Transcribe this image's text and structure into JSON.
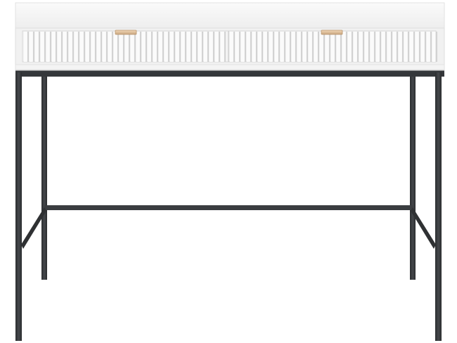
{
  "product": {
    "type": "console desk",
    "drawer_count": 2,
    "handle_count": 2
  },
  "colors": {
    "background": "#ffffff",
    "top_surface": "#f7f7f7",
    "top_edge": "#e4e4e4",
    "body": "#f1f1f1",
    "body_shadow": "#dcdcdc",
    "flute_light": "#fbfbfb",
    "flute_dark": "#d2d2d2",
    "handle": "#e7c8a4",
    "handle_shade": "#c9a67f",
    "frame": "#3a3d40",
    "frame_dark": "#2a2c2e"
  },
  "icons": {
    "drawer_handle": "handle-icon"
  }
}
